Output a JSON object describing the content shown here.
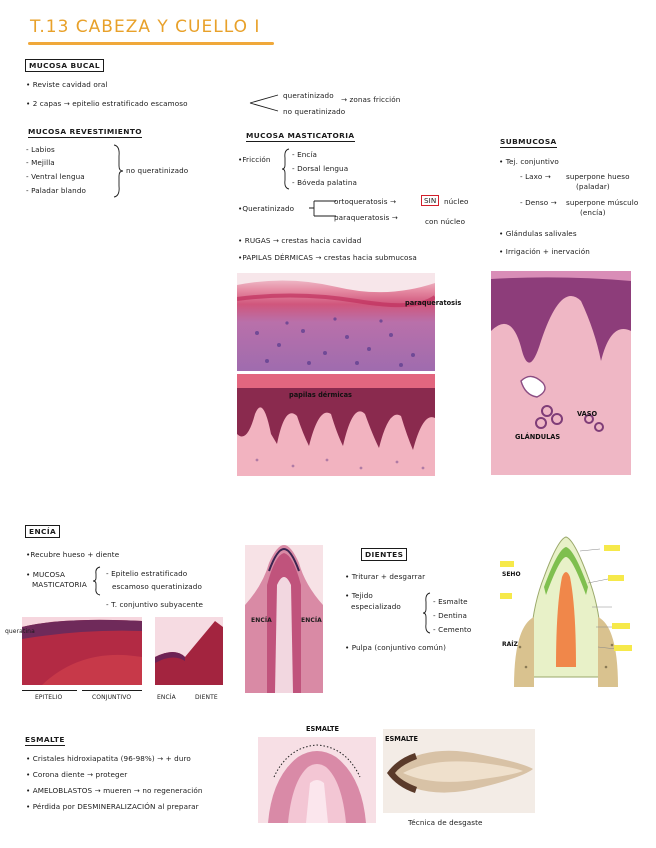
{
  "title": "T.13 CABEZA Y CUELLO I",
  "mucosa_bucal": {
    "heading": "MUCOSA BUCAL",
    "b1": "• Reviste cavidad oral",
    "b2": "• 2 capas → epitelio estratificado escamoso",
    "queratinizado": "queratinizado",
    "zonas_friccion": "→ zonas fricción",
    "no_queratinizado": "no queratinizado"
  },
  "mucosa_revestimiento": {
    "heading": "MUCOSA REVESTIMIENTO",
    "items": [
      "- Labios",
      "- Mejilla",
      "- Ventral lengua",
      "- Paladar blando"
    ],
    "result": "no queratinizado"
  },
  "mucosa_masticatoria": {
    "heading": "MUCOSA MASTICATORIA",
    "friccion": "•Fricción",
    "friccion_items": [
      "- Encía",
      "- Dorsal lengua",
      "- Bóveda palatina"
    ],
    "queratinizado": "•Queratinizado",
    "orto": "ortoqueratosis →",
    "sin": "SIN",
    "nucleo": "núcleo",
    "para": "paraqueratosis →",
    "con_nucleo": "con núcleo",
    "rugas": "• RUGAS → crestas hacia cavidad",
    "papilas": "•PAPILAS DÉRMICAS → crestas hacia submucosa"
  },
  "submucosa": {
    "heading": "SUBMUCOSA",
    "tej": "• Tej. conjuntivo",
    "laxo": "- Laxo →",
    "laxo_desc1": "superpone hueso",
    "laxo_desc2": "(paladar)",
    "denso": "- Denso →",
    "denso_desc1": "superpone músculo",
    "denso_desc2": "(encía)",
    "glandulas": "• Glándulas salivales",
    "irrigacion": "• Irrigación + inervación"
  },
  "micrograph_labels": {
    "paraqueratosis": "paraqueratosis",
    "papilas": "papilas dérmicas",
    "vaso": "VASO",
    "glandulas": "GLÁNDULAS"
  },
  "encia": {
    "heading": "ENCÍA",
    "b1": "•Recubre hueso + diente",
    "mucosa": "• MUCOSA",
    "masticatoria": "MASTICATORIA",
    "m1": "- Epitelio estratificado",
    "m2": "escamoso queratinizado",
    "m3": "- T. conjuntivo subyacente",
    "labels": {
      "queratina": "queratina",
      "epitelio": "EPITELIO",
      "conjuntivo": "CONJUNTIVO",
      "encia": "ENCÍA",
      "diente": "DIENTE",
      "encia_left": "ENCÍA",
      "encia_right": "ENCÍA"
    }
  },
  "dientes": {
    "heading": "DIENTES",
    "b1": "• Triturar + desgarrar",
    "b2a": "• Tejido",
    "b2b": "especializado",
    "tejidos": [
      "- Esmalte",
      "- Dentina",
      "- Cemento"
    ],
    "pulpa": "• Pulpa (conjuntivo común)",
    "side_top": "SEHO",
    "side_bottom": "RAÍZ"
  },
  "esmalte": {
    "heading": "ESMALTE",
    "b1": "• Cristales hidroxiapatita (96-98%) → + duro",
    "b2": "• Corona diente → proteger",
    "b3": "• AMELOBLASTOS → mueren → no regeneración",
    "b4": "• Pérdida por DESMINERALIZACIÓN al preparar",
    "label_1": "ESMALTE",
    "label_2": "ESMALTE",
    "tecnica": "Técnica de desgaste"
  },
  "colors": {
    "title": "#e8a12a",
    "accent_red": "#d21f2b",
    "highlight_yellow": "#f6e94a"
  }
}
